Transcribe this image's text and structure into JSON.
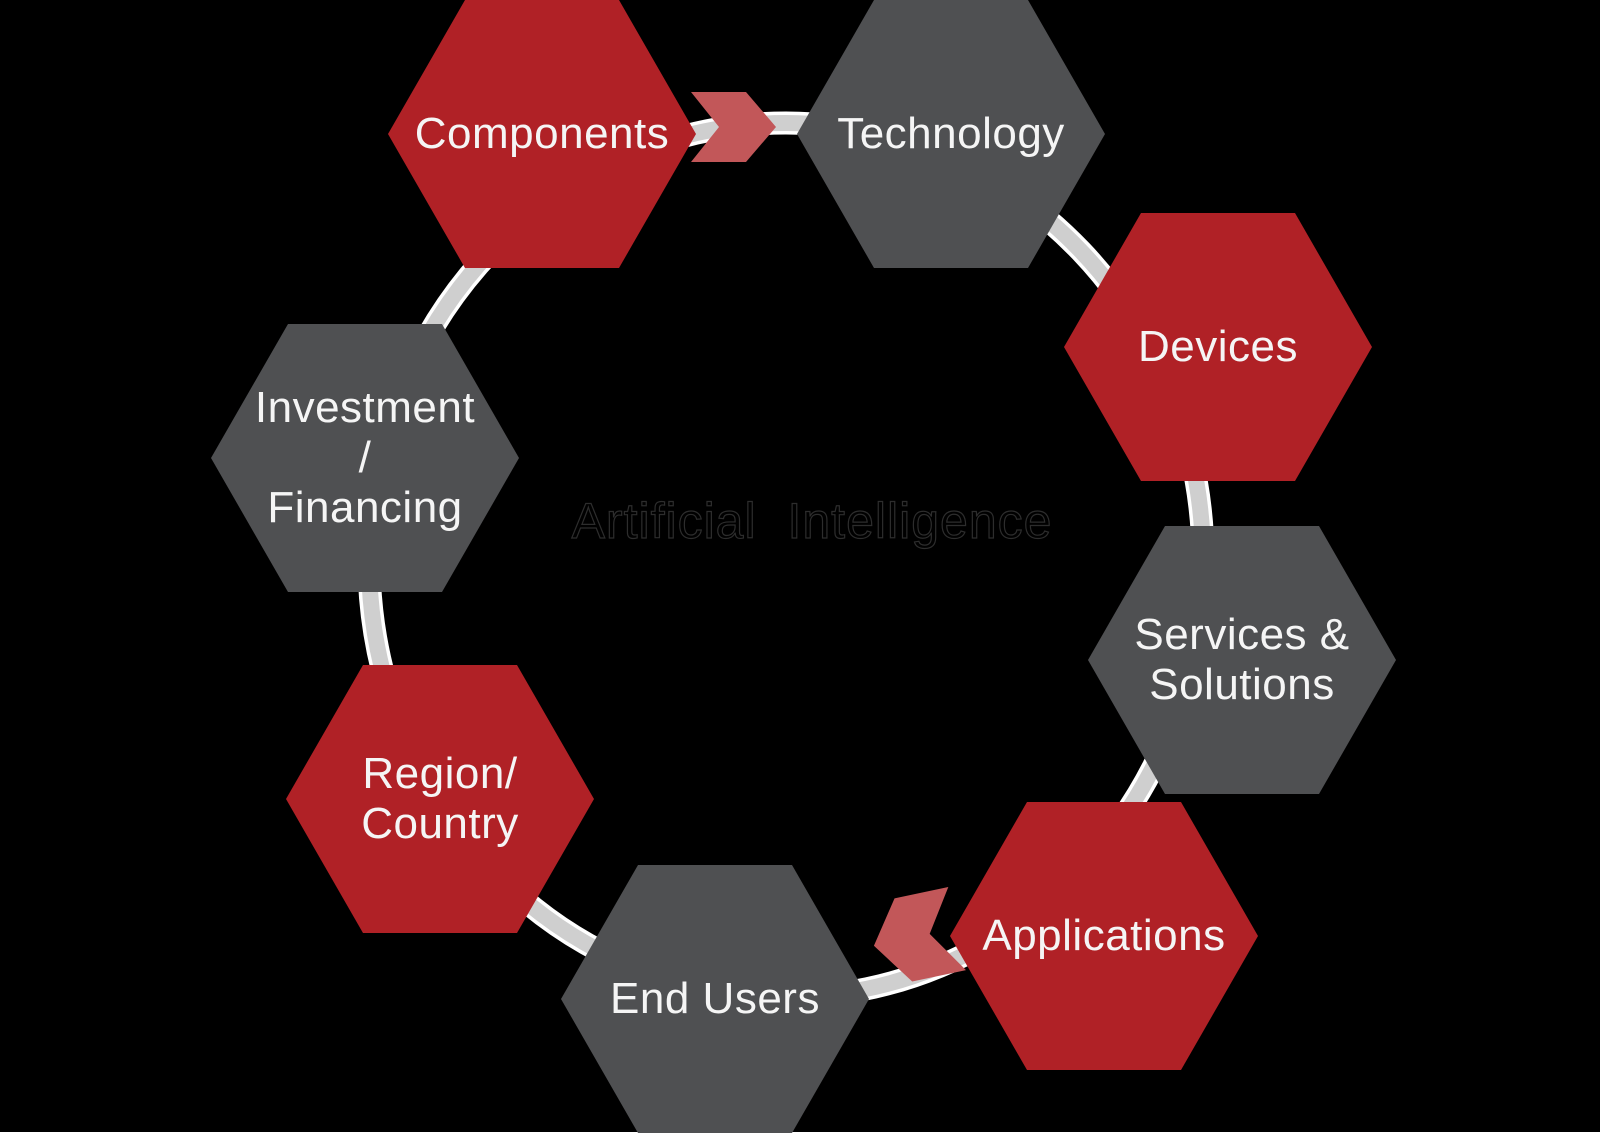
{
  "background": "#000000",
  "center": {
    "label": "Artificial Intelligence",
    "text_color": "#000000"
  },
  "colors": {
    "red": "#B02126",
    "dark_gray": "#4F5052",
    "chevron_red": "#C25759",
    "ring_gray": "#CFCFCF",
    "ring_edge": "#FFFFFF",
    "label_white": "#F5F5F5"
  },
  "hexagons": {
    "components": {
      "label": "Components",
      "color": "red"
    },
    "technology": {
      "label": "Technology",
      "color": "dark_gray"
    },
    "devices": {
      "label": "Devices",
      "color": "red"
    },
    "services": {
      "label": "Services &\nSolutions",
      "color": "dark_gray"
    },
    "applications": {
      "label": "Applications",
      "color": "red"
    },
    "end_users": {
      "label": "End Users",
      "color": "dark_gray"
    },
    "region": {
      "label": "Region/\nCountry",
      "color": "red"
    },
    "investment": {
      "label": "Investment\n/\nFinancing",
      "color": "dark_gray"
    }
  },
  "arrows": {
    "top": {
      "name": "components-to-technology",
      "direction": "right"
    },
    "bottom": {
      "name": "applications-to-end-users",
      "direction": "left"
    }
  }
}
